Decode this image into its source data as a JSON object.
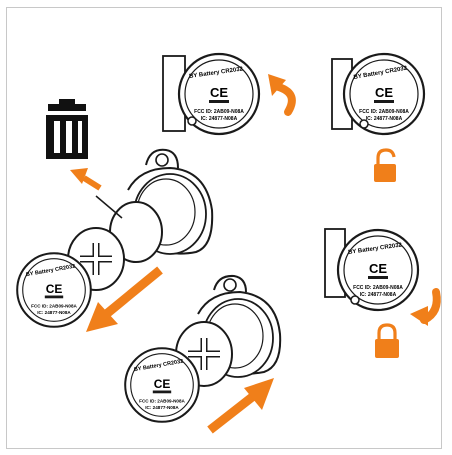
{
  "colors": {
    "accent": "#f07f1a",
    "line": "#1a1a1a",
    "frame": "#c8c8c8"
  },
  "battery_cover": {
    "brand_line": "BY Battery CR2032",
    "ce_mark": "CE",
    "fcc_line": "FCC ID: 2AB09-N08A",
    "ic_line": "IC: 24877-N08A"
  },
  "icons": {
    "trash": "trash-icon",
    "unlock": "padlock-open-icon",
    "lock": "padlock-closed-icon",
    "rotate_open": "rotate-clockwise-arrow-icon",
    "rotate_close": "rotate-counterclockwise-arrow-icon"
  }
}
